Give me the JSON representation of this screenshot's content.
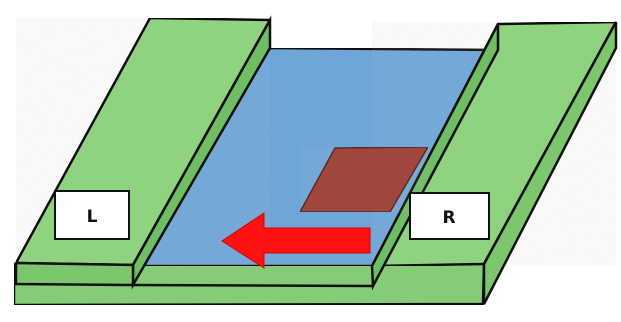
{
  "diagram": {
    "left_label": "L",
    "right_label": "R",
    "colors": {
      "green": "#8fd27f",
      "green_dark": "#6fbe64",
      "blue": "#6ea6da",
      "red_square": "#a0463e",
      "arrow": "#ff1111",
      "outline": "#111111"
    },
    "arrow_direction": "left"
  }
}
